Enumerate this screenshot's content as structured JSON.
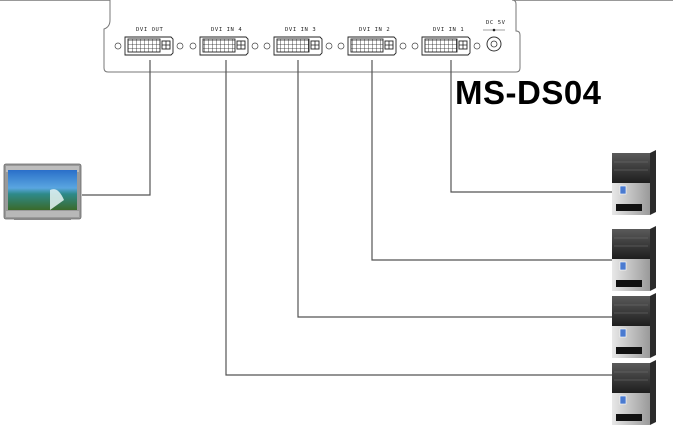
{
  "title": "MS-DS04",
  "switch": {
    "model": "MS-DS04",
    "ports": [
      {
        "id": "out",
        "label": "DVI OUT"
      },
      {
        "id": "in4",
        "label": "DVI IN 4"
      },
      {
        "id": "in3",
        "label": "DVI IN 3"
      },
      {
        "id": "in2",
        "label": "DVI IN 2"
      },
      {
        "id": "in1",
        "label": "DVI IN 1"
      }
    ],
    "power": {
      "label": "DC 5V",
      "icon": "dc-power-jack-icon"
    }
  },
  "devices": {
    "display": {
      "name": "monitor",
      "icon": "flat-panel-monitor-icon",
      "connected_to": "DVI OUT"
    },
    "computers": [
      {
        "name": "computer-1",
        "icon": "tower-pc-icon",
        "connected_to": "DVI IN 1"
      },
      {
        "name": "computer-2",
        "icon": "tower-pc-icon",
        "connected_to": "DVI IN 2"
      },
      {
        "name": "computer-3",
        "icon": "tower-pc-icon",
        "connected_to": "DVI IN 3"
      },
      {
        "name": "computer-4",
        "icon": "tower-pc-icon",
        "connected_to": "DVI IN 4"
      }
    ]
  },
  "colors": {
    "line": "#555555",
    "panel_stroke": "#777777",
    "text": "#000000"
  }
}
